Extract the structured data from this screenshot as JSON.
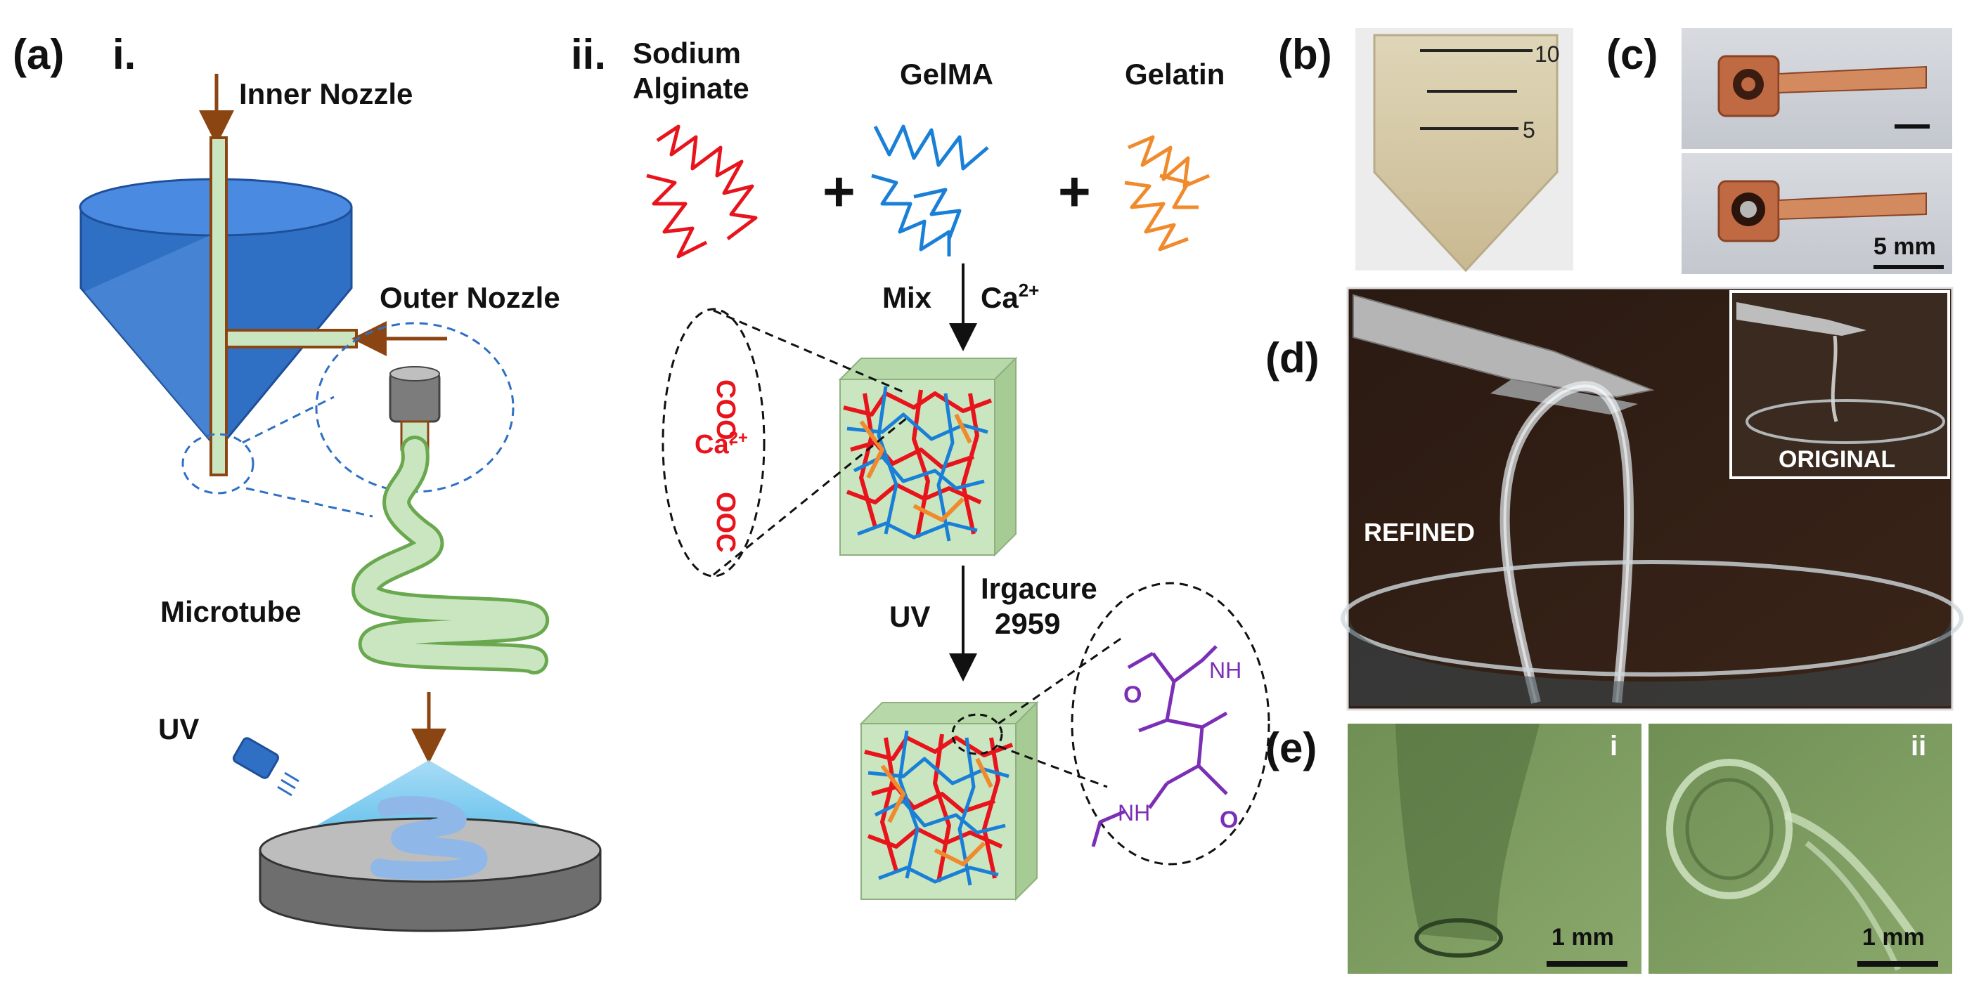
{
  "panel_labels": {
    "a": "(a)",
    "b": "(b)",
    "c": "(c)",
    "d": "(d)",
    "e": "(e)",
    "a_i": "i.",
    "a_ii": "ii.",
    "e_i": "i",
    "e_ii": "ii"
  },
  "nozzle": {
    "inner_label": "Inner Nozzle",
    "outer_label": "Outer Nozzle",
    "microtube_label": "Microtube",
    "uv_label": "UV"
  },
  "chemistry": {
    "sodium_alginate_line1": "Sodium",
    "sodium_alginate_line2": "Alginate",
    "gelma": "GelMA",
    "gelatin": "Gelatin",
    "plus": "+",
    "mix": "Mix",
    "ca_ion": "Ca",
    "ca_charge": "2+",
    "coo": "COO",
    "coo_charge": "-",
    "ooc": "OOC",
    "uv": "UV",
    "irgacure_line1": "Irgacure",
    "irgacure_line2": "2959",
    "nh": "NH",
    "o": "O"
  },
  "photos": {
    "tube_mark_10": "10",
    "tube_mark_5": "5",
    "scale_c": "5 mm",
    "refined": "REFINED",
    "original": "ORIGINAL",
    "scale_e": "1 mm"
  },
  "colors": {
    "alginate": "#e8141c",
    "gelma": "#1a7fd6",
    "gelatin": "#f08a2c",
    "crosslink": "#7b2fb5",
    "arrow_brown": "#8b4513",
    "nozzle_blue": "#2f6fc4",
    "gel_green": "#c9e6c0"
  }
}
